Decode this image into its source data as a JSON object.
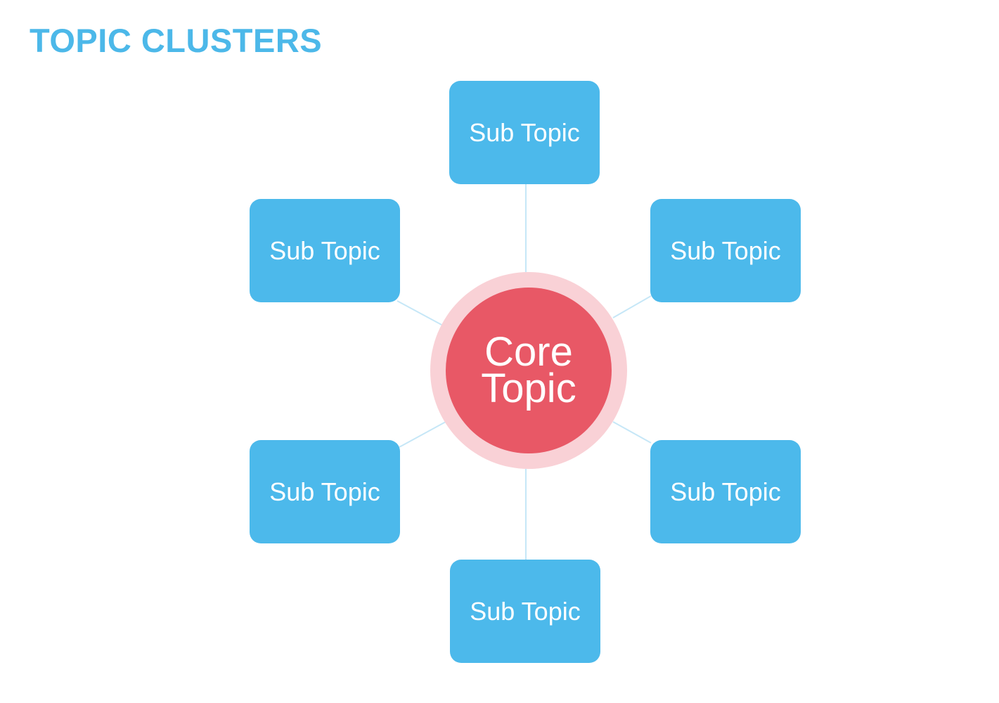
{
  "title": "TOPIC CLUSTERS",
  "core_topic": "Core\nTopic",
  "sub_topics": [
    "Sub Topic",
    "Sub Topic",
    "Sub Topic",
    "Sub Topic",
    "Sub Topic",
    "Sub Topic"
  ],
  "colors": {
    "title": "#4cb8e9",
    "sub_topic_fill": "#4cb9eb",
    "core_fill": "#e85866",
    "core_ring": "#f9d1d6",
    "connector": "#c6e7f7"
  }
}
